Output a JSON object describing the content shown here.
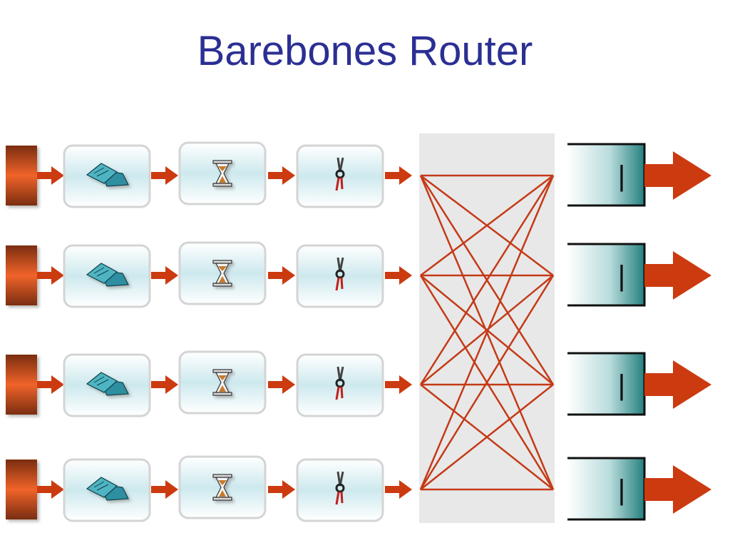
{
  "title": "Barebones Router",
  "colors": {
    "title": "#2b2f93",
    "arrow": "#cc3a10",
    "crossbar_background": "#e8e8e8",
    "crossbar_lines": "#c43a17",
    "input_port": "#e05a1e",
    "output_port_teal": "#2c8c8c",
    "stage_box_fill": "#d8eef2"
  },
  "stages": [
    {
      "name": "header-processing",
      "icon": "papers-icon"
    },
    {
      "name": "queue-delay",
      "icon": "hourglass-icon"
    },
    {
      "name": "forwarding-decision",
      "icon": "knot-icon"
    }
  ],
  "ports": {
    "inputs": 4,
    "outputs": 4
  },
  "output_label": "|"
}
